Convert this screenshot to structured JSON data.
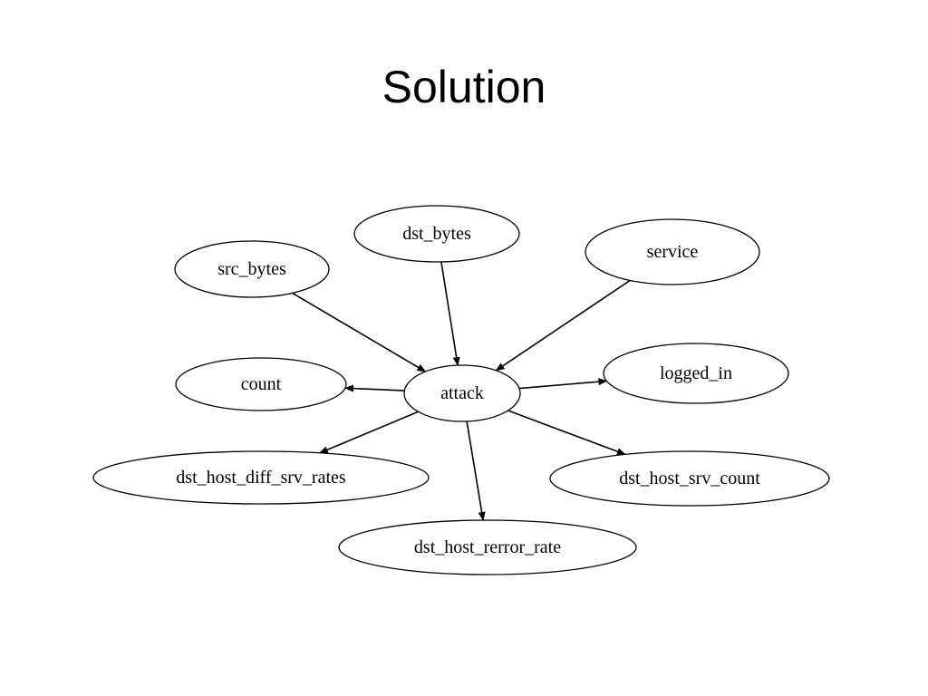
{
  "slide": {
    "title": "Solution"
  },
  "diagram": {
    "nodes": [
      {
        "id": "attack",
        "label": "attack"
      },
      {
        "id": "dst_bytes",
        "label": "dst_bytes"
      },
      {
        "id": "src_bytes",
        "label": "src_bytes"
      },
      {
        "id": "service",
        "label": "service"
      },
      {
        "id": "count",
        "label": "count"
      },
      {
        "id": "logged_in",
        "label": "logged_in"
      },
      {
        "id": "dst_host_diff_srv_rates",
        "label": "dst_host_diff_srv_rates"
      },
      {
        "id": "dst_host_srv_count",
        "label": "dst_host_srv_count"
      },
      {
        "id": "dst_host_rerror_rate",
        "label": "dst_host_rerror_rate"
      }
    ],
    "edges": [
      {
        "from": "src_bytes",
        "to": "attack"
      },
      {
        "from": "dst_bytes",
        "to": "attack"
      },
      {
        "from": "service",
        "to": "attack"
      },
      {
        "from": "attack",
        "to": "count"
      },
      {
        "from": "attack",
        "to": "logged_in"
      },
      {
        "from": "attack",
        "to": "dst_host_diff_srv_rates"
      },
      {
        "from": "attack",
        "to": "dst_host_srv_count"
      },
      {
        "from": "attack",
        "to": "dst_host_rerror_rate"
      }
    ]
  }
}
